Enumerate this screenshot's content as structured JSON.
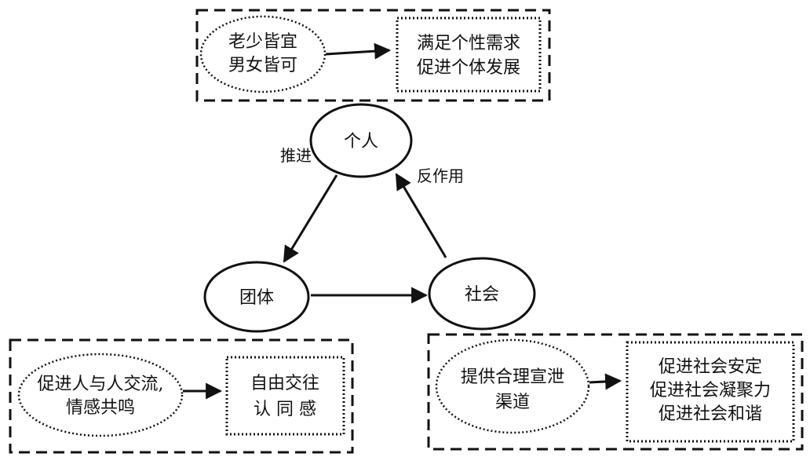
{
  "top_group": {
    "oval_lines": [
      "老少皆宜",
      "男女皆可"
    ],
    "box_lines": [
      "满足个性需求",
      "促进个体发展"
    ]
  },
  "nodes": {
    "individual": "个人",
    "group": "团体",
    "society": "社会"
  },
  "edges": {
    "promote": "推进",
    "reaction": "反作用"
  },
  "left_group": {
    "oval_lines": [
      "促进人与人交流,",
      "情感共鸣"
    ],
    "box_lines": [
      "自由交往",
      "认 同 感"
    ]
  },
  "right_group": {
    "oval_lines": [
      "提供合理宣泄",
      "渠道"
    ],
    "box_lines": [
      "促进社会安定",
      "促进社会凝聚力",
      "促进社会和谐"
    ]
  }
}
